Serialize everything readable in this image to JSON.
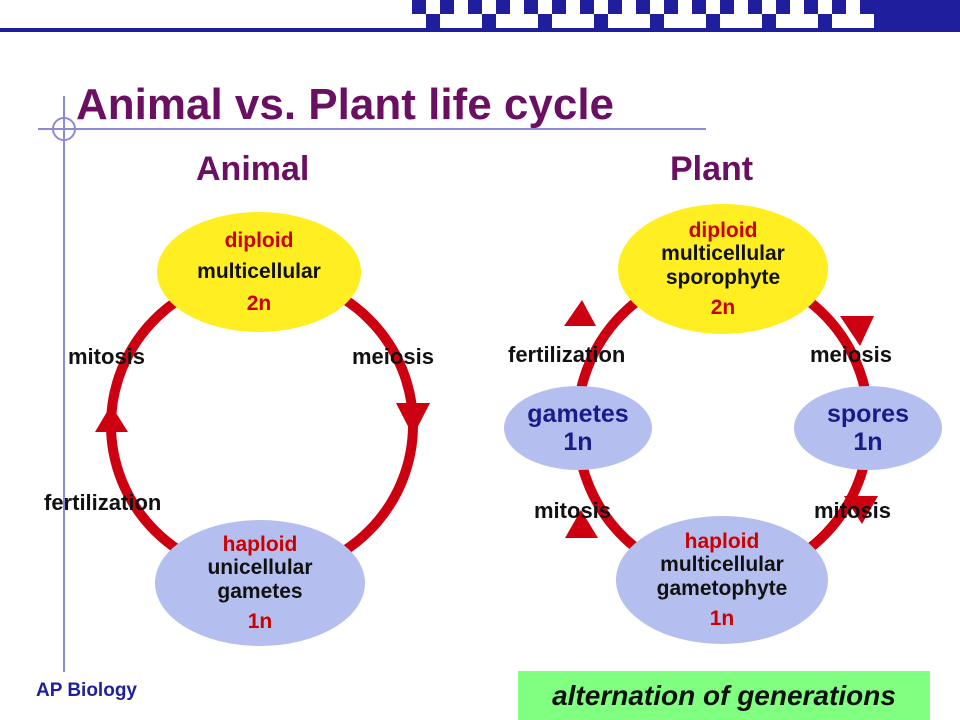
{
  "header": {
    "title": "Animal vs. Plant life cycle",
    "footer": "AP Biology"
  },
  "animal": {
    "heading": "Animal",
    "top_node": {
      "line1": "diploid",
      "line2": "multicellular",
      "line3": "2n"
    },
    "bottom_node": {
      "line1": "haploid",
      "line2": "unicellular",
      "line3": "gametes",
      "line4": "1n"
    },
    "labels": {
      "left": "mitosis",
      "right": "meiosis",
      "bottom_left": "fertilization"
    }
  },
  "plant": {
    "heading": "Plant",
    "top_node": {
      "line1": "diploid",
      "line2": "multicellular",
      "line3": "sporophyte",
      "line4": "2n"
    },
    "left_node": {
      "line1": "gametes",
      "line2": "1n"
    },
    "right_node": {
      "line1": "spores",
      "line2": "1n"
    },
    "bottom_node": {
      "line1": "haploid",
      "line2": "multicellular",
      "line3": "gametophyte",
      "line4": "1n"
    },
    "labels": {
      "top_left": "fertilization",
      "top_right": "meiosis",
      "bottom_left": "mitosis",
      "bottom_right": "mitosis"
    }
  },
  "callout": "alternation of generations",
  "colors": {
    "title": "#6b0f63",
    "arrow": "#cc0011",
    "diploid_fill": "#ffee22",
    "haploid_fill": "#b5bfef",
    "callout_fill": "#80ff80"
  }
}
